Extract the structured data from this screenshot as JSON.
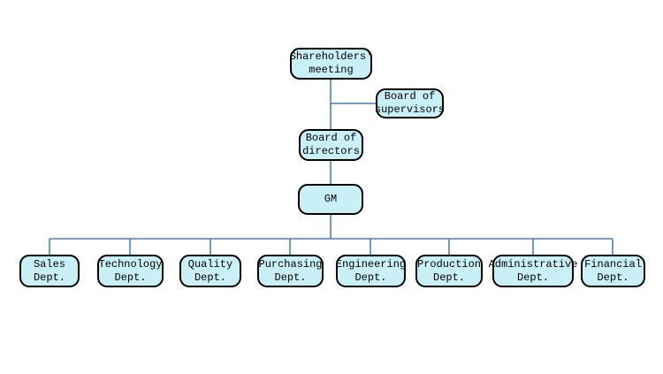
{
  "diagram": {
    "type": "org-chart",
    "colors": {
      "background": "#ffffff",
      "box_fill": "#c9eff7",
      "box_border": "#000000",
      "line_color": "#4a7ebb"
    },
    "nodes": {
      "shareholders": {
        "label": "Shareholders'\nmeeting"
      },
      "supervisors": {
        "label": "Board of\nsupervisors"
      },
      "directors": {
        "label": "Board of\ndirectors"
      },
      "gm": {
        "label": "GM"
      },
      "sales": {
        "label": "Sales\nDept."
      },
      "technology": {
        "label": "Technology\nDept."
      },
      "quality": {
        "label": "Quality\nDept."
      },
      "purchasing": {
        "label": "Purchasing\nDept."
      },
      "engineering": {
        "label": "Engineering\nDept."
      },
      "production": {
        "label": "Production\nDept."
      },
      "administrative": {
        "label": "Administrative\nDept."
      },
      "financial": {
        "label": "Financial\nDept."
      }
    }
  }
}
